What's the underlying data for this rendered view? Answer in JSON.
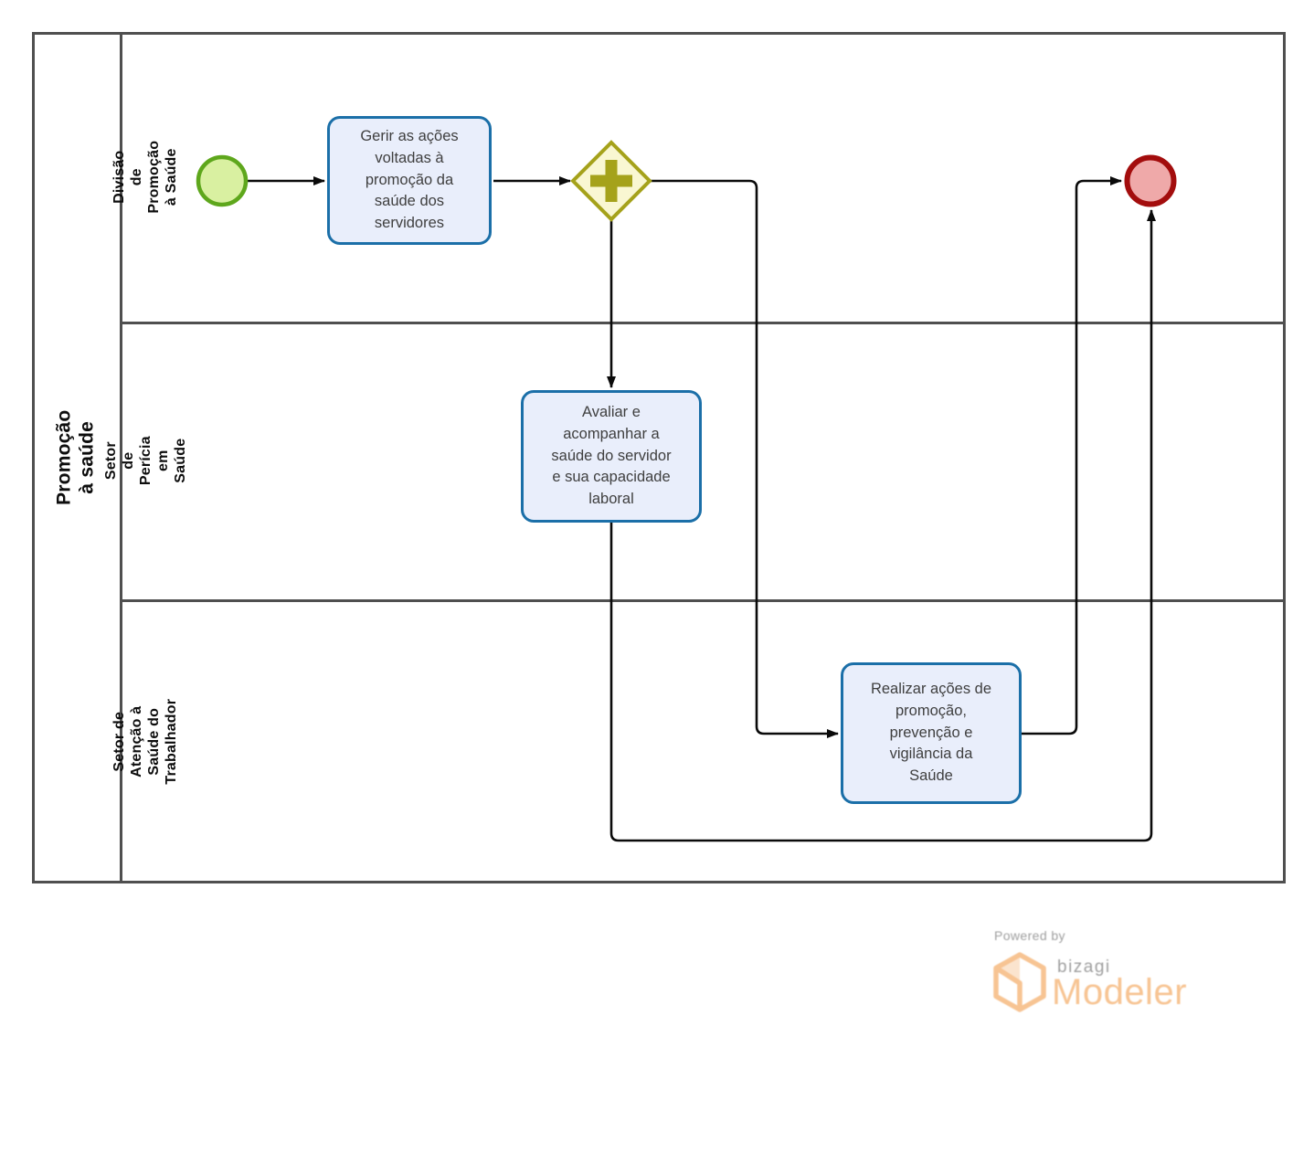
{
  "diagram": {
    "pool": {
      "label": "Promoção à saúde"
    },
    "lanes": [
      {
        "label": "Divisão de Promoção à Saúde"
      },
      {
        "label": "Setor de Perícia em Saúde"
      },
      {
        "label": "Setor de Atenção à Saúde do\nTrabalhador"
      }
    ],
    "nodes": {
      "start_event": {
        "type": "start-event"
      },
      "task_gerir": {
        "label": "Gerir as ações\nvoltadas à\npromoção da\nsaúde dos\nservidores"
      },
      "gateway": {
        "type": "parallel-gateway"
      },
      "task_avaliar": {
        "label": "Avaliar e\nacompanhar a\nsaúde do servidor\ne sua capacidade\nlaboral"
      },
      "task_realizar": {
        "label": "Realizar ações de\npromoção,\nprevenção e\nvigilância da\nSaúde"
      },
      "end_event": {
        "type": "end-event"
      }
    }
  },
  "logo": {
    "powered_by": "Powered by",
    "brand": "bizagi",
    "product": "Modeler"
  },
  "colors": {
    "start_fill": "#d9f0a1",
    "start_stroke": "#5ea71c",
    "end_fill": "#efa9a9",
    "end_stroke": "#a30d0d",
    "gateway_fill": "#f9f7d2",
    "gateway_stroke": "#a5a21b",
    "task_fill": "#e9eefb",
    "task_stroke": "#1b6fa8",
    "flow": "#0a0a0a",
    "lane_border": "#4f4f4f",
    "text": "#3f3f3f",
    "logo_orange": "#f7c493",
    "logo_gray": "#9e9e9e"
  }
}
